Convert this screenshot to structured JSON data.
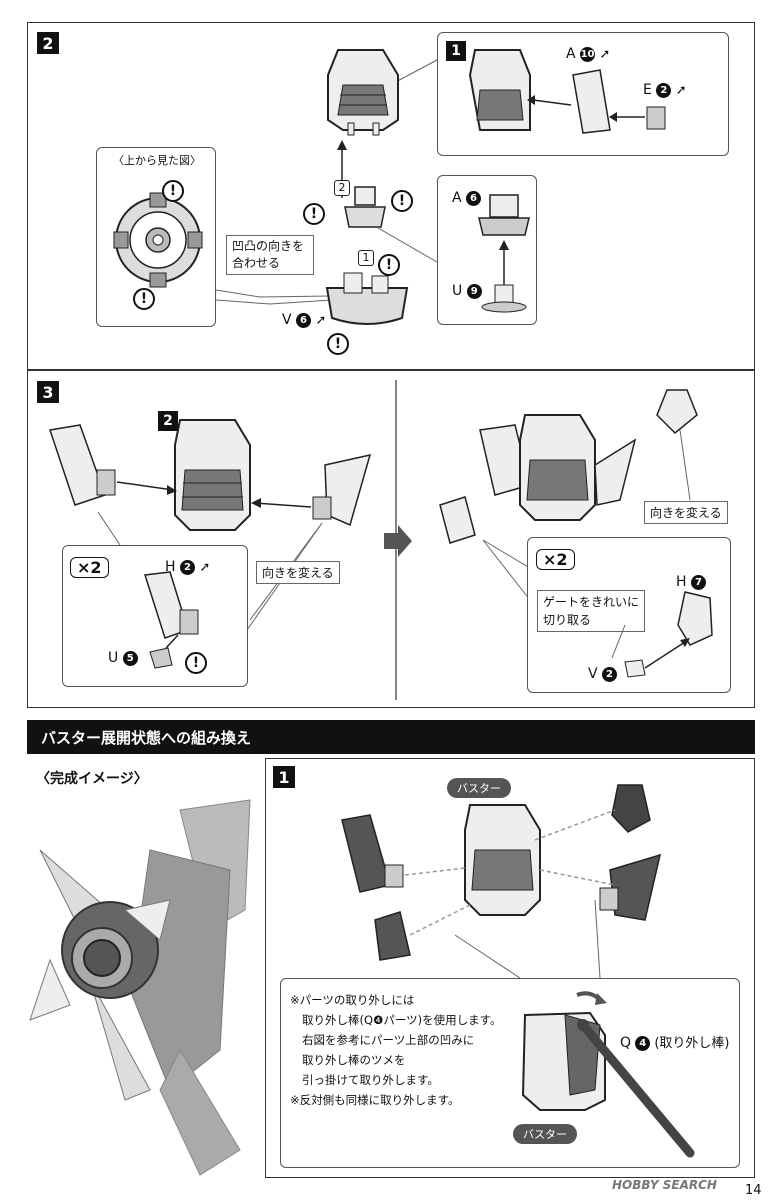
{
  "step2": {
    "num": "2",
    "top_view_title": "〈上から見た図〉",
    "inset_num": "1",
    "align_text_1": "凹凸の向きを",
    "align_text_2": "合わせる",
    "order1": "1",
    "order2": "2",
    "part_A10": "A",
    "part_A10_num": "10",
    "part_E2": "E",
    "part_E2_num": "2",
    "part_A6": "A",
    "part_A6_num": "6",
    "part_U9": "U",
    "part_U9_num": "9",
    "part_V6": "V",
    "part_V6_num": "6",
    "warn": "!"
  },
  "step3": {
    "num": "3",
    "ref_num": "2",
    "multiplier": "×2",
    "part_H2": "H",
    "part_H2_num": "2",
    "part_U5": "U",
    "part_U5_num": "5",
    "change_dir": "向きを変える",
    "change_dir_right": "向きを変える",
    "multiplier_right": "×2",
    "part_H7": "H",
    "part_H7_num": "7",
    "gate_text_1": "ゲートをきれいに",
    "gate_text_2": "切り取る",
    "part_V2": "V",
    "part_V2_num": "2"
  },
  "buster": {
    "header": "バスター展開状態への組み換え",
    "image_title": "〈完成イメージ〉",
    "step_num": "1",
    "pill_top": "バスター",
    "pill_bottom": "バスター",
    "tool_part": "Q",
    "tool_num": "4",
    "tool_name": "(取り外し棒)",
    "notes": [
      "※パーツの取り外しには",
      "取り外し棒(Q❹パーツ)を使用します。",
      "右図を参考にパーツ上部の凹みに",
      "取り外し棒のツメを",
      "引っ掛けて取り外します。",
      "※反対側も同様に取り外します。"
    ]
  },
  "page_number": "14",
  "watermark": "HOBBY SEARCH"
}
